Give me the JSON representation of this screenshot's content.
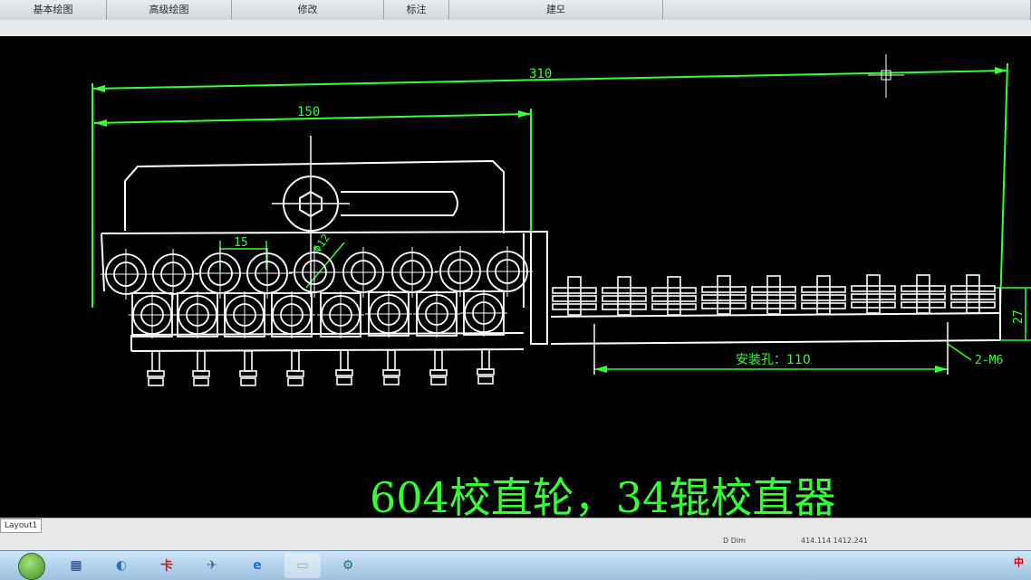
{
  "ribbon": {
    "tabs": [
      {
        "label": "基本绘图",
        "w": 118
      },
      {
        "label": "高级绘图",
        "w": 138
      },
      {
        "label": "修改",
        "w": 168
      },
      {
        "label": "标注",
        "w": 72
      },
      {
        "label": "建모",
        "w": 236
      },
      {
        "label": "",
        "w": 406
      }
    ]
  },
  "drawing": {
    "dim_overall": "310",
    "dim_upper": "150",
    "dim_pitch": "15",
    "dim_diameter": "Φ12",
    "dim_height": "27",
    "mount_holes": "安装孔：110",
    "thread_spec": "2-M6",
    "title": "604校直轮，34辊校直器"
  },
  "layout": {
    "tab": "Layout1",
    "status_dim": "D Dim",
    "coordinates": "414.114 1412.241"
  },
  "taskbar": {
    "tray_text": "中"
  },
  "colors": {
    "line": "#ffffff",
    "dim": "#33ff33",
    "canvas": "#000000"
  }
}
